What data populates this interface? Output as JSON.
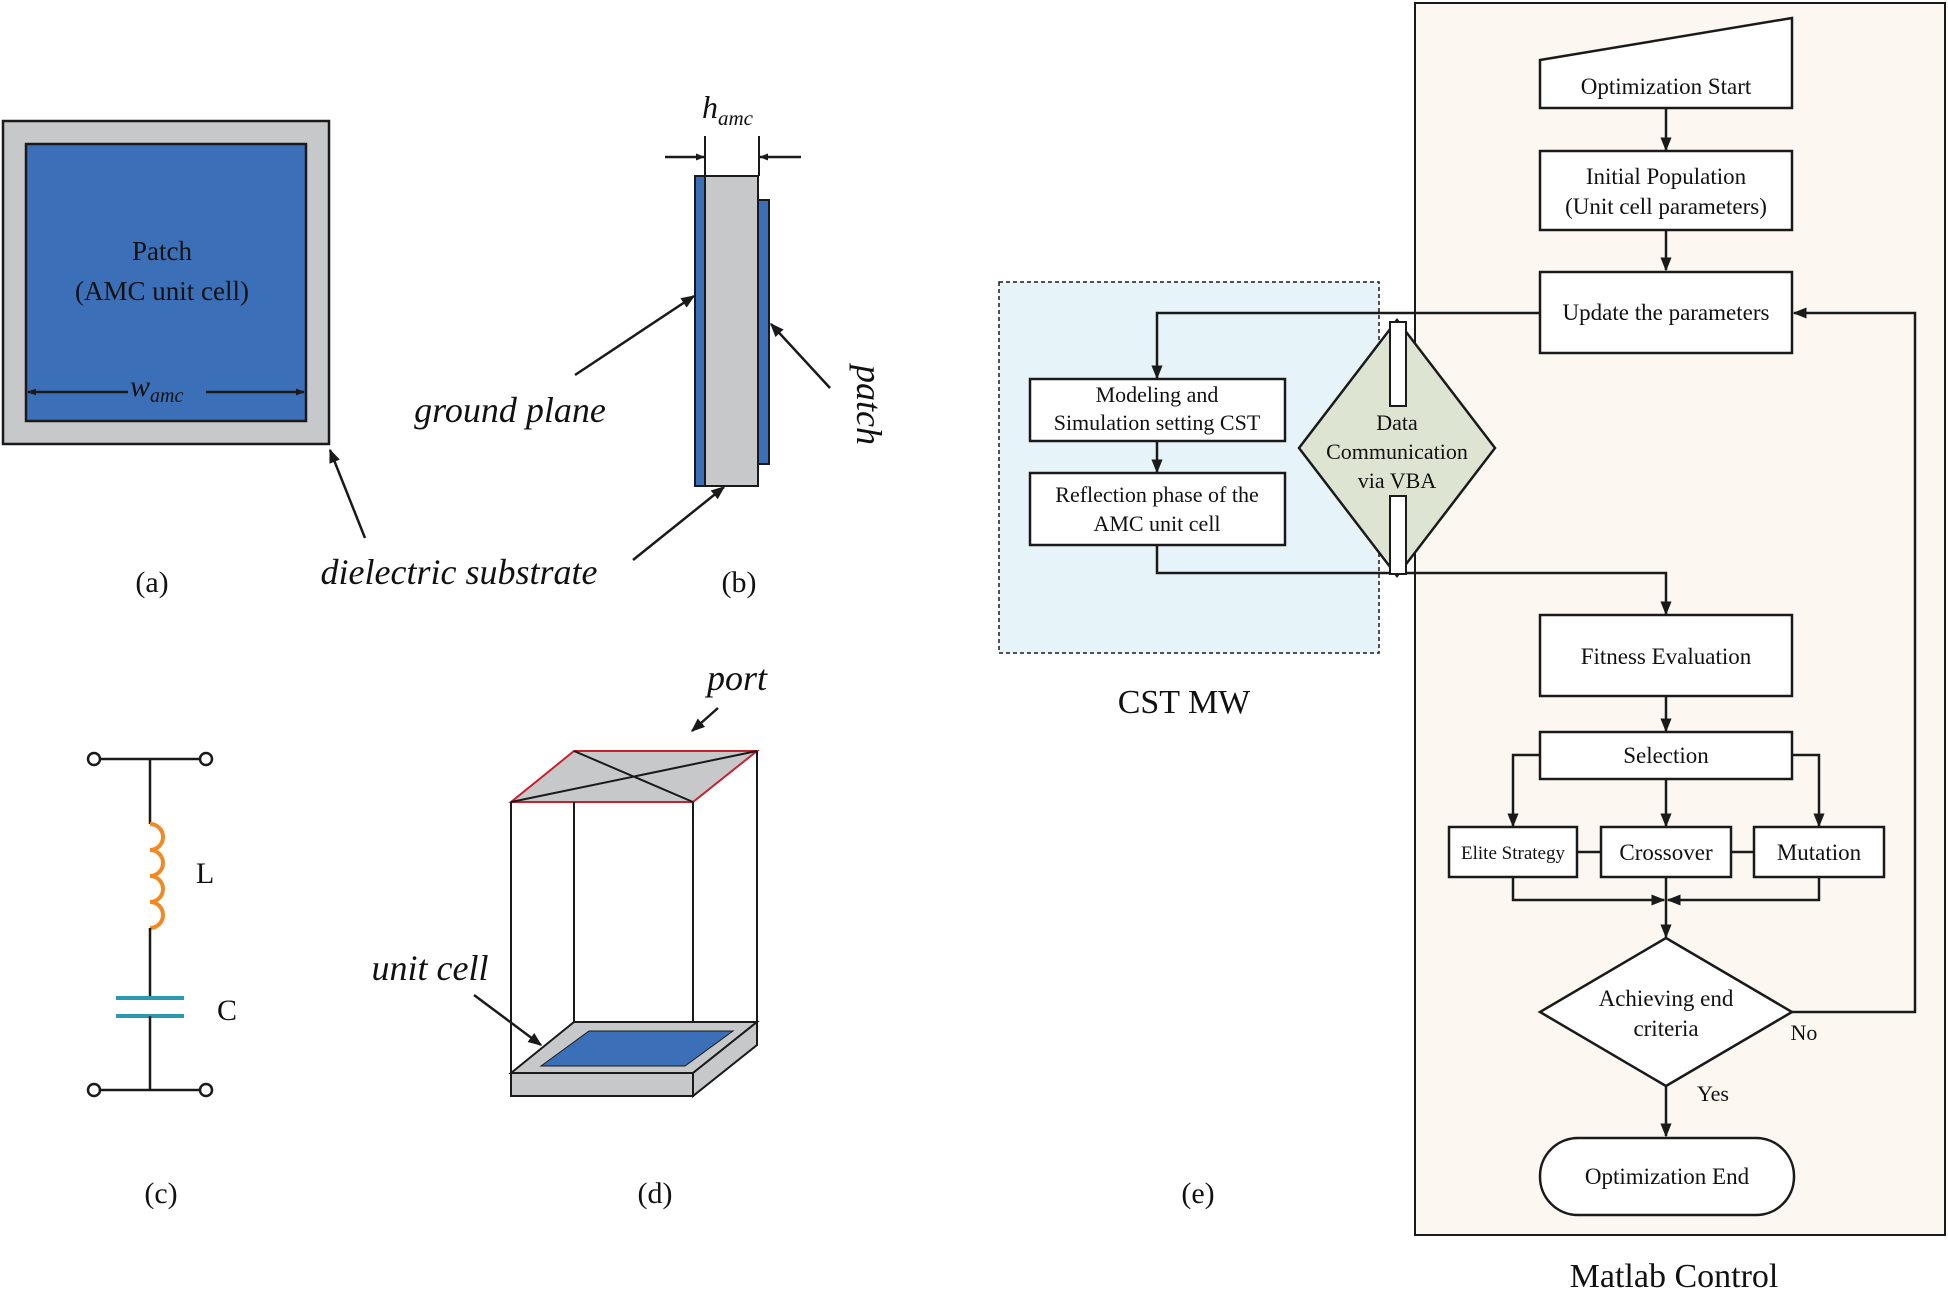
{
  "panel_a": {
    "patch_line1": "Patch",
    "patch_line2": "(AMC unit cell)",
    "width_label": "w",
    "width_sub": "amc",
    "substrate_label": "dielectric substrate",
    "caption": "(a)"
  },
  "panel_b": {
    "height_label": "h",
    "height_sub": "amc",
    "ground_label": "ground plane",
    "patch_label": "patch",
    "caption": "(b)"
  },
  "panel_c": {
    "inductor_label": "L",
    "capacitor_label": "C",
    "caption": "(c)"
  },
  "panel_d": {
    "port_label": "port",
    "unit_cell_label": "unit cell",
    "caption": "(d)"
  },
  "panel_e": {
    "cst_title": "CST MW",
    "matlab_title": "Matlab Control",
    "caption": "(e)",
    "modeling_line1": "Modeling and",
    "modeling_line2": "Simulation setting CST",
    "reflection_line1": "Reflection phase of the",
    "reflection_line2": "AMC unit cell",
    "data_line1": "Data",
    "data_line2": "Communication",
    "data_line3": "via VBA",
    "start": "Optimization Start",
    "init_line1": "Initial Population",
    "init_line2": "(Unit cell parameters)",
    "update": "Update the parameters",
    "fitness": "Fitness Evaluation",
    "selection": "Selection",
    "elite": "Elite Strategy",
    "crossover": "Crossover",
    "mutation": "Mutation",
    "criteria_line1": "Achieving end",
    "criteria_line2": "criteria",
    "no": "No",
    "yes": "Yes",
    "end": "Optimization End"
  },
  "colors": {
    "patch_blue": "#3b6fb8",
    "substrate_gray": "#c7c8ca",
    "cst_fill": "#e6f4f9",
    "matlab_fill": "#fcf7f1",
    "diamond_fill": "#dde5d2",
    "inductor_orange": "#f08a24",
    "capacitor_teal": "#2b9ab0",
    "port_red": "#c8202f"
  }
}
